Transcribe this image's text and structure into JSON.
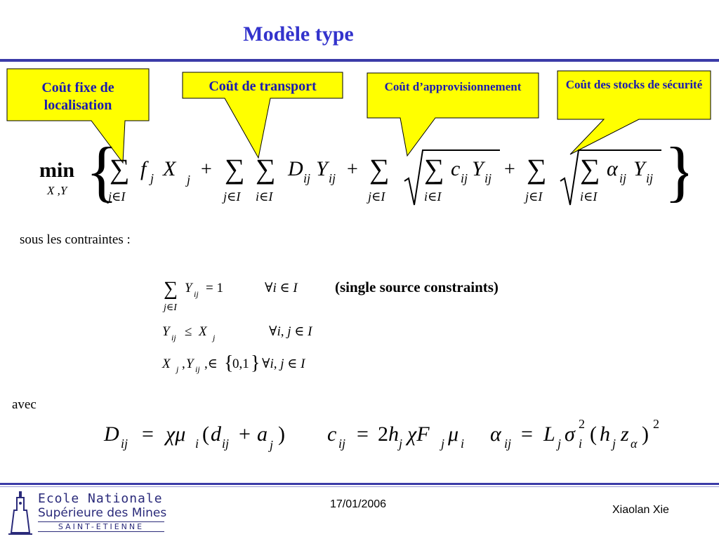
{
  "title": "Modèle type",
  "callouts": [
    {
      "text": "Coût fixe de localisation"
    },
    {
      "text": "Coût de transport"
    },
    {
      "text": "Coût d’approvisionnement"
    },
    {
      "text": "Coût des stocks de sécurité"
    }
  ],
  "objective": {
    "min": "min",
    "min_sub": "X ,Y"
  },
  "constraints_label": "sous les contraintes :",
  "constraint_note": "(single source constraints)",
  "avec_label": "avec",
  "footer": {
    "date": "17/01/2006",
    "author": "Xiaolan Xie",
    "logo_line1": "Ecole Nationale",
    "logo_line2": "Supérieure des Mines",
    "logo_line3": "SAINT-ETIENNE"
  },
  "colors": {
    "accent": "#3333cc",
    "callout_fill": "#ffff00",
    "callout_text": "#1a1ab0",
    "rule": "#3b3ba8"
  }
}
